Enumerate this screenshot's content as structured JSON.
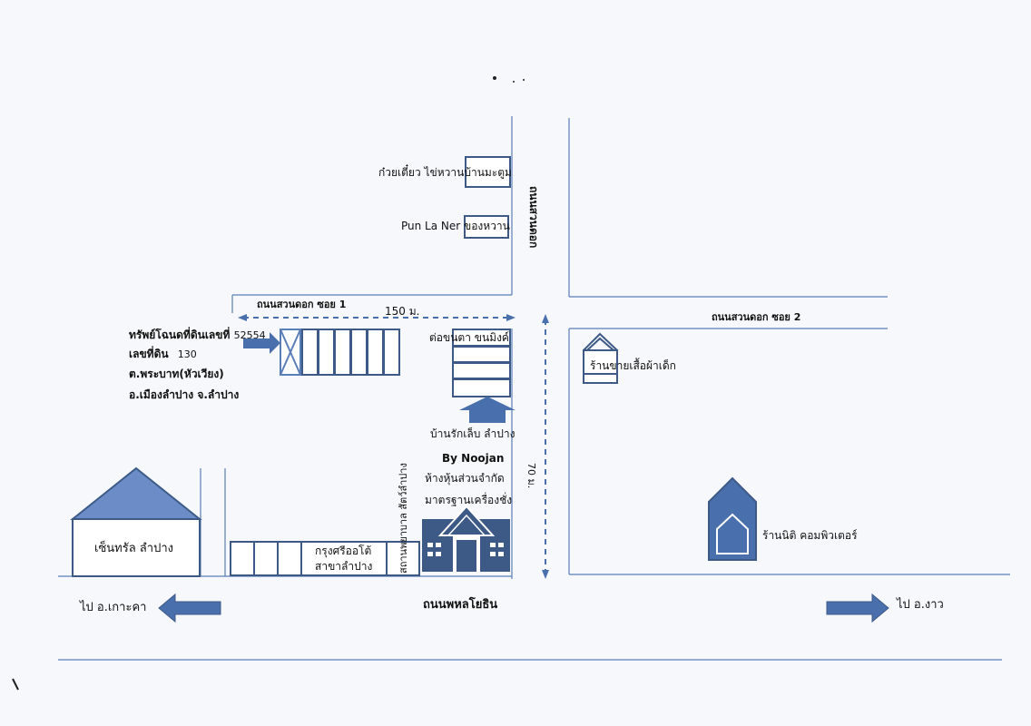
{
  "colors": {
    "road": "#5a7fb8",
    "building": "#3d5a87",
    "fill": "#4a6fad",
    "roof": "#6b8cc7"
  },
  "roads": {
    "suan_dok": "ถนนสวนดอก",
    "suan_dok_soi1": "ถนนสวนดอก ซอย 1",
    "suan_dok_soi2": "ถนนสวนดอก ซอย 2",
    "phahonyothin": "ถนนพหลโยธิน"
  },
  "distances": {
    "horizontal": "150 ม.",
    "vertical": "70 ม."
  },
  "directions": {
    "left": "ไป อ.เกาะคา",
    "right": "ไป อ.งาว"
  },
  "property": {
    "line1_label": "ทรัพย์โฉนดที่ดินเลขที่",
    "line1_value": "52554",
    "line2_label": "เลขที่ดิน",
    "line2_value": "130",
    "line3": "ต.พระบาท(หัวเวียง)",
    "line4": "อ.เมืองลำปาง จ.ลำปาง"
  },
  "places": {
    "noodle": "ก๋วยเตี๋ยว ไข่หวานบ้านมะตูม",
    "punlaner": "Pun La Ner ของหวาน",
    "window_shop": "ต่อขนตา ขนมิงค์",
    "baan_rak_lep": "บ้านรักเล็บ ลำปาง",
    "by_noojan": "By Noojan",
    "partnership1": "ห้างหุ้นส่วนจำกัด",
    "partnership2": "มาตรฐานเครื่องชั่ง",
    "vet": "สถานพยาบาล สัตว์ลำปาง",
    "krungsri1": "กรุงศรีออโต้",
    "krungsri2": "สาขาลำปาง",
    "central": "เซ็นทรัล ลำปาง",
    "kids_clothes": "ร้านขายเสื้อผ้าเด็ก",
    "niti": "ร้านนิติ คอมพิวเตอร์"
  }
}
